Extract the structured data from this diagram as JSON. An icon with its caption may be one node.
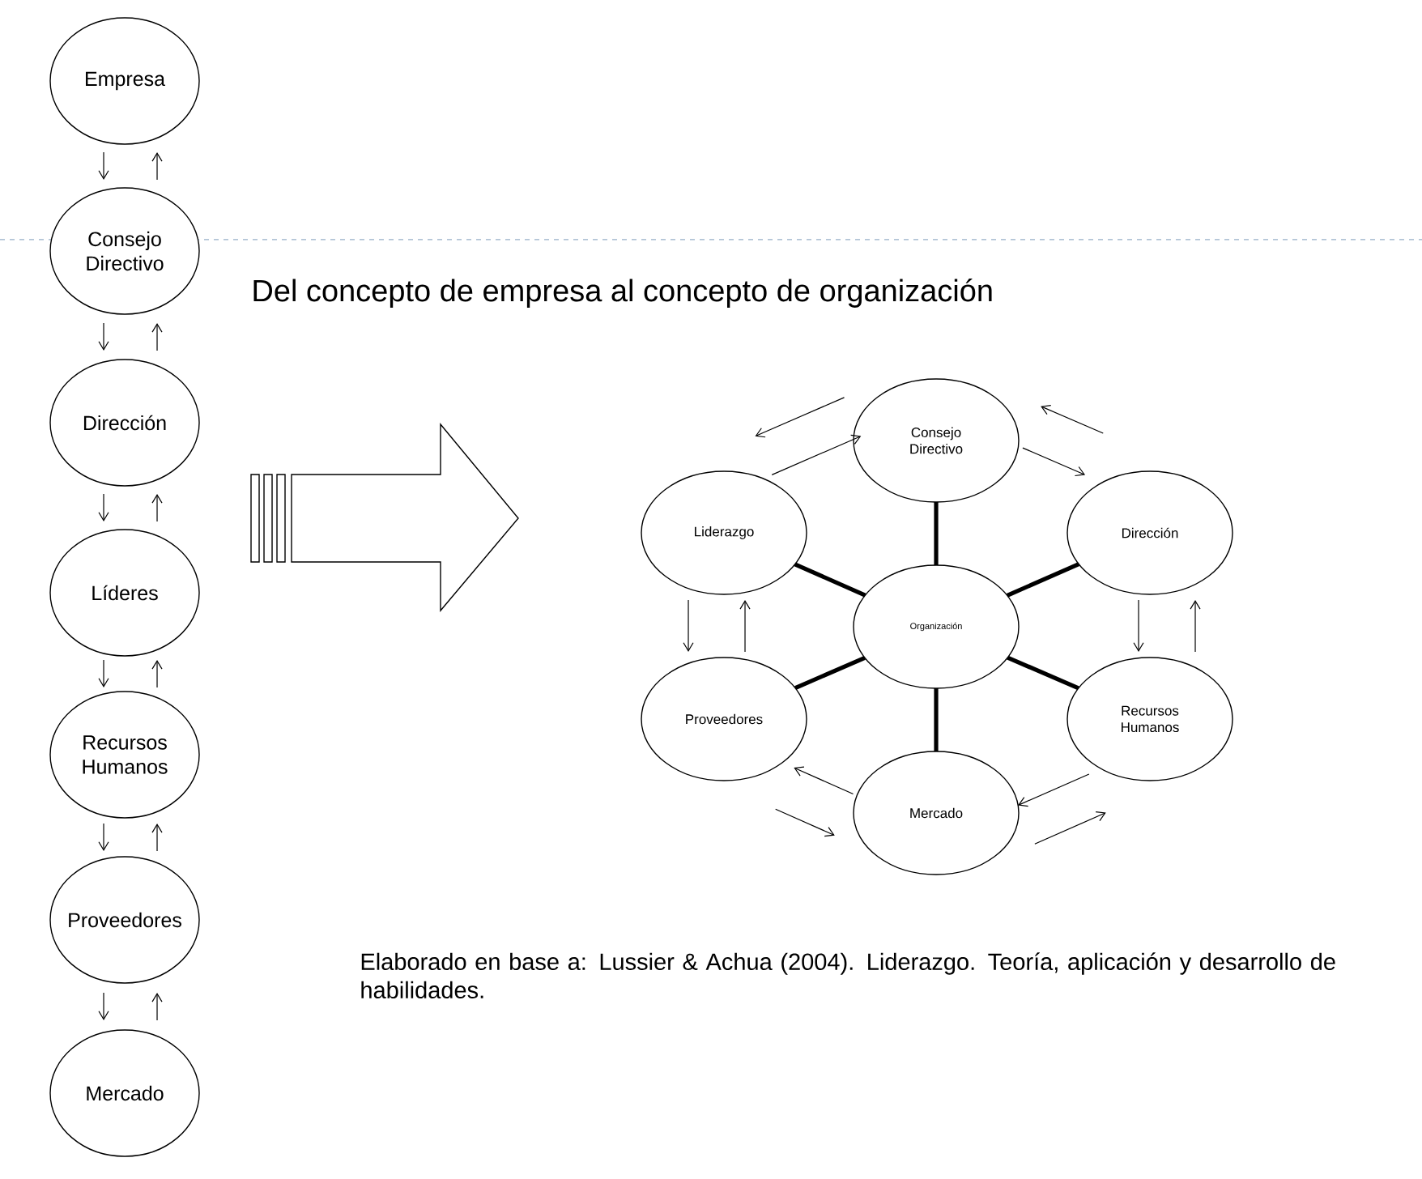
{
  "diagram": {
    "title": "Del concepto de empresa al concepto de organización",
    "caption": "Elaborado en base a: Lussier & Achua (2004). Liderazgo. Teoría, aplicación y desarrollo de habilidades.",
    "nodes": [
      {
        "text": [
          "Empresa"
        ]
      },
      {
        "text": [
          "Consejo Directivo"
        ]
      },
      {
        "text": [
          "Dirección"
        ]
      },
      {
        "text": [
          "Líderes"
        ]
      },
      {
        "text": [
          "Recursos Humanos"
        ]
      },
      {
        "text": [
          "Proveedores"
        ]
      },
      {
        "text": [
          "Mercado"
        ]
      },
      {
        "text": [
          "Consejo Directivo"
        ]
      },
      {
        "text": [
          "Liderazgo"
        ]
      },
      {
        "text": [
          "Dirección"
        ]
      },
      {
        "text": [
          "Organización"
        ]
      },
      {
        "text": [
          "Proveedores"
        ]
      },
      {
        "text": [
          "Recursos Humanos"
        ]
      },
      {
        "text": [
          "Mercado"
        ]
      }
    ],
    "edges": [
      {
        "from": 0,
        "to": 1,
        "arrow": "to"
      },
      {
        "from": 1,
        "to": 0,
        "arrow": "to"
      },
      {
        "from": 1,
        "to": 2,
        "arrow": "to"
      },
      {
        "from": 2,
        "to": 1,
        "arrow": "to"
      },
      {
        "from": 2,
        "to": 3,
        "arrow": "to"
      },
      {
        "from": 3,
        "to": 2,
        "arrow": "to"
      },
      {
        "from": 3,
        "to": 4,
        "arrow": "to"
      },
      {
        "from": 4,
        "to": 3,
        "arrow": "to"
      },
      {
        "from": 4,
        "to": 5,
        "arrow": "to"
      },
      {
        "from": 5,
        "to": 4,
        "arrow": "to"
      },
      {
        "from": 5,
        "to": 6,
        "arrow": "to"
      },
      {
        "from": 6,
        "to": 5,
        "arrow": "to"
      },
      {
        "from": 10,
        "to": 7,
        "arrow": "none",
        "style": "thick"
      },
      {
        "from": 10,
        "to": 8,
        "arrow": "none",
        "style": "thick"
      },
      {
        "from": 10,
        "to": 9,
        "arrow": "none",
        "style": "thick"
      },
      {
        "from": 10,
        "to": 11,
        "arrow": "none",
        "style": "thick"
      },
      {
        "from": 10,
        "to": 12,
        "arrow": "none",
        "style": "thick"
      },
      {
        "from": 10,
        "to": 13,
        "arrow": "none",
        "style": "thick"
      },
      {
        "from": 8,
        "to": 7,
        "arrow": "to"
      },
      {
        "from": 7,
        "to": 8,
        "arrow": "to"
      },
      {
        "from": 7,
        "to": 9,
        "arrow": "to"
      },
      {
        "from": 9,
        "to": 7,
        "arrow": "to"
      },
      {
        "from": 9,
        "to": 12,
        "arrow": "to"
      },
      {
        "from": 12,
        "to": 9,
        "arrow": "to"
      },
      {
        "from": 12,
        "to": 13,
        "arrow": "to"
      },
      {
        "from": 13,
        "to": 12,
        "arrow": "to"
      },
      {
        "from": 13,
        "to": 11,
        "arrow": "to"
      },
      {
        "from": 11,
        "to": 13,
        "arrow": "to"
      },
      {
        "from": 11,
        "to": 8,
        "arrow": "to"
      },
      {
        "from": 8,
        "to": 11,
        "arrow": "to"
      }
    ]
  }
}
